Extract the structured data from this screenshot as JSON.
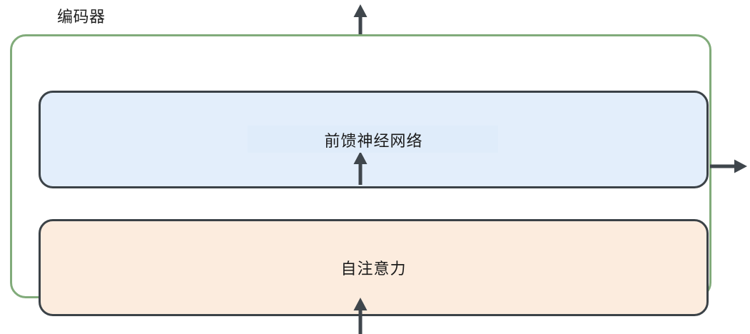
{
  "diagram": {
    "type": "block-diagram",
    "title": "编码器",
    "background_color": "#ffffff",
    "container": {
      "name": "encoder",
      "label": "编码器",
      "border_color": "#81ab7a",
      "fill_color": "#ffffff"
    },
    "blocks": [
      {
        "id": "feed-forward-network",
        "label": "前馈神经网络",
        "fill_color": "#e3eefb",
        "border_color": "#3b4247"
      },
      {
        "id": "self-attention",
        "label": "自注意力",
        "fill_color": "#fcecde",
        "border_color": "#3b4247"
      }
    ],
    "arrows": [
      {
        "id": "input-arrow",
        "direction": "up",
        "from": "below-encoder",
        "to": "self-attention",
        "color": "#3f464c"
      },
      {
        "id": "inner-arrow",
        "direction": "up",
        "from": "self-attention",
        "to": "feed-forward-network",
        "color": "#3f464c"
      },
      {
        "id": "output-arrow",
        "direction": "up",
        "from": "feed-forward-network",
        "to": "above-encoder",
        "color": "#3f464c"
      },
      {
        "id": "side-arrow",
        "direction": "right",
        "from": "encoder",
        "to": "right-edge",
        "color": "#3f464c"
      }
    ]
  }
}
